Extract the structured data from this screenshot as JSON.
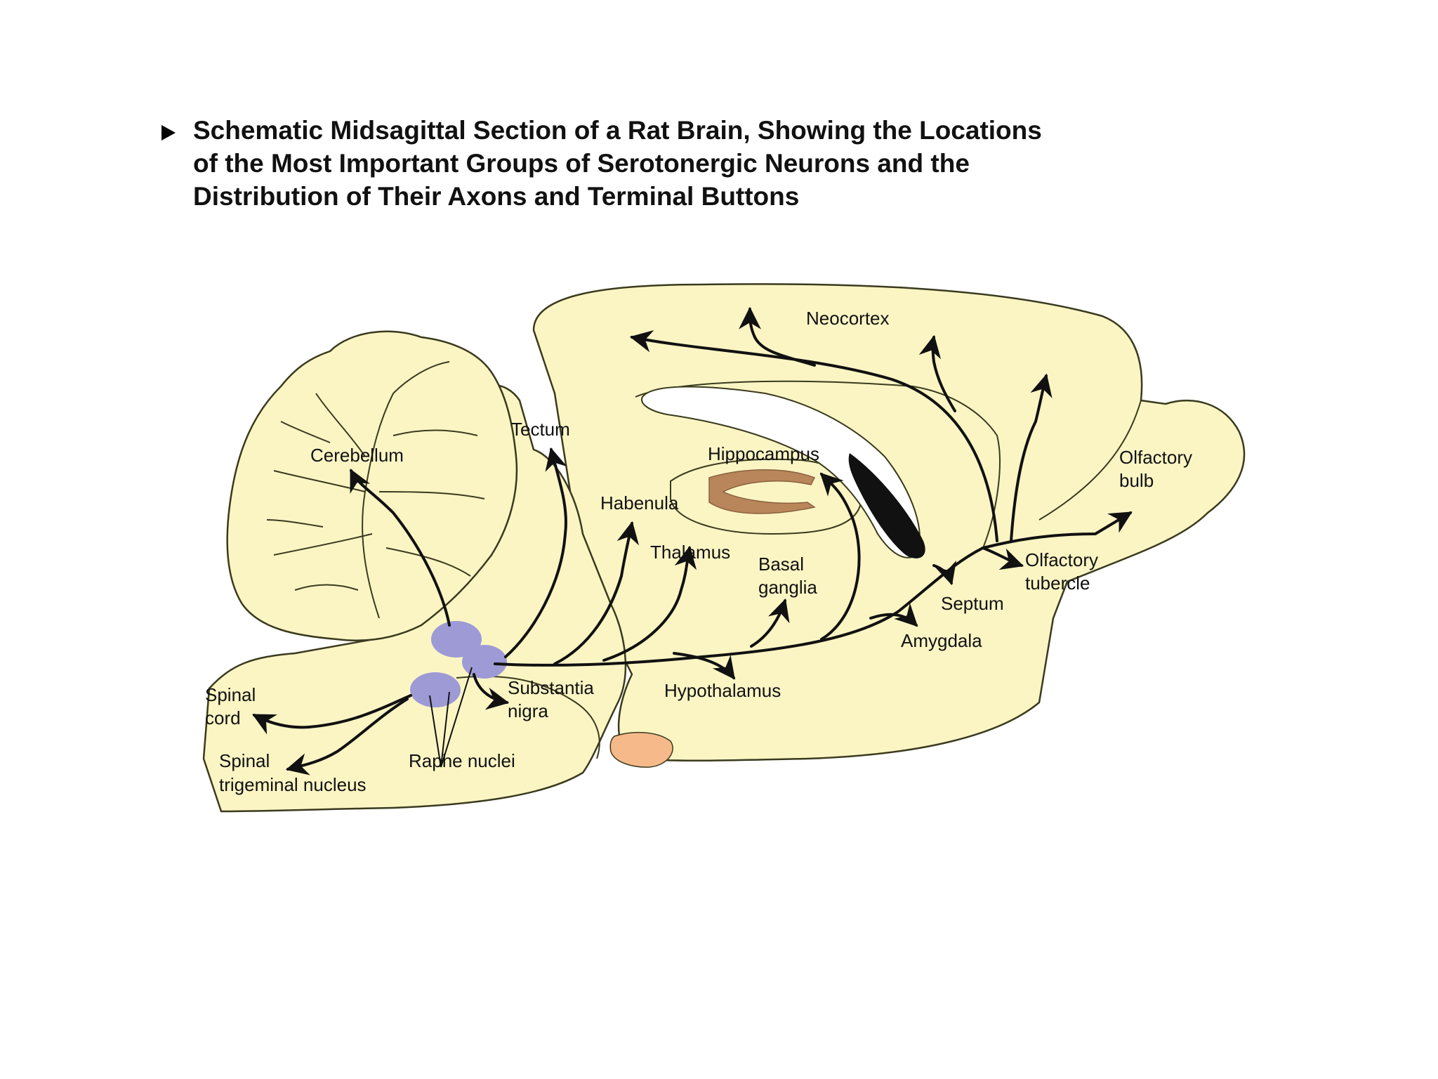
{
  "title": {
    "bullet_icon": "right-triangle-bullet-icon",
    "lines": [
      "Schematic Midsagittal Section of a Rat Brain, Showing the Locations",
      "of the Most Important Groups of Serotonergic Neurons and the",
      "Distribution of Their Axons and Terminal Buttons"
    ]
  },
  "colors": {
    "brain_fill": "#fbf5c4",
    "brain_outline": "#3a3a1e",
    "raphe_nuclei": "#9d9ad6",
    "hippocampus_band": "#b8865a",
    "ventricle": "#111111",
    "pituitary": "#f5b98a",
    "axons": "#111111"
  },
  "labels": {
    "neocortex": "Neocortex",
    "tectum": "Tectum",
    "cerebellum": "Cerebellum",
    "hippocampus": "Hippocampus",
    "habenula": "Habenula",
    "thalamus": "Thalamus",
    "basal_ganglia": [
      "Basal",
      "ganglia"
    ],
    "olfactory_bulb": [
      "Olfactory",
      "bulb"
    ],
    "olfactory_tubercle": [
      "Olfactory",
      "tubercle"
    ],
    "septum": "Septum",
    "amygdala": "Amygdala",
    "hypothalamus": "Hypothalamus",
    "substantia_nigra": [
      "Substantia",
      "nigra"
    ],
    "raphe_nuclei": "Raphe nuclei",
    "spinal_cord": [
      "Spinal",
      "cord"
    ],
    "spinal_trigeminal_nucleus": [
      "Spinal",
      "trigeminal nucleus"
    ]
  }
}
